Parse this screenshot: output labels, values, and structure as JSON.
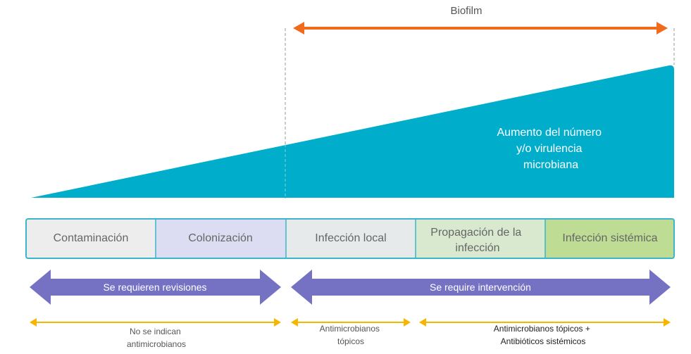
{
  "biofilm": {
    "label": "Biofilm",
    "color": "#F26B1D"
  },
  "wedge": {
    "color": "#00AECB",
    "text_lines": [
      "Aumento del número",
      "y/o virulencia",
      "microbiana"
    ]
  },
  "stages": [
    {
      "lines": [
        "Contaminación"
      ],
      "fill": "#EDEDED"
    },
    {
      "lines": [
        "Colonización"
      ],
      "fill": "#DCDDF2"
    },
    {
      "lines": [
        "Infección local"
      ],
      "fill": "#E7EAEA"
    },
    {
      "lines": [
        "Propagación de la",
        "infección"
      ],
      "fill": "#D8E9CF"
    },
    {
      "lines": [
        "Infección sistémica"
      ],
      "fill": "#BEDC93"
    }
  ],
  "stage_border_color": "#3AB5C9",
  "big_arrows": {
    "color": "#7672C3",
    "left_label": "Se requieren revisiones",
    "right_label": "Se require intervención"
  },
  "small_arrows": {
    "color": "#F7B500",
    "items": [
      {
        "lines": [
          "No se indican",
          "antimicrobianos"
        ]
      },
      {
        "lines": [
          "Antimicrobianos",
          "tópicos"
        ]
      },
      {
        "lines": [
          "Antimicrobianos tópicos +",
          "Antibióticos sistémicos"
        ]
      }
    ]
  }
}
